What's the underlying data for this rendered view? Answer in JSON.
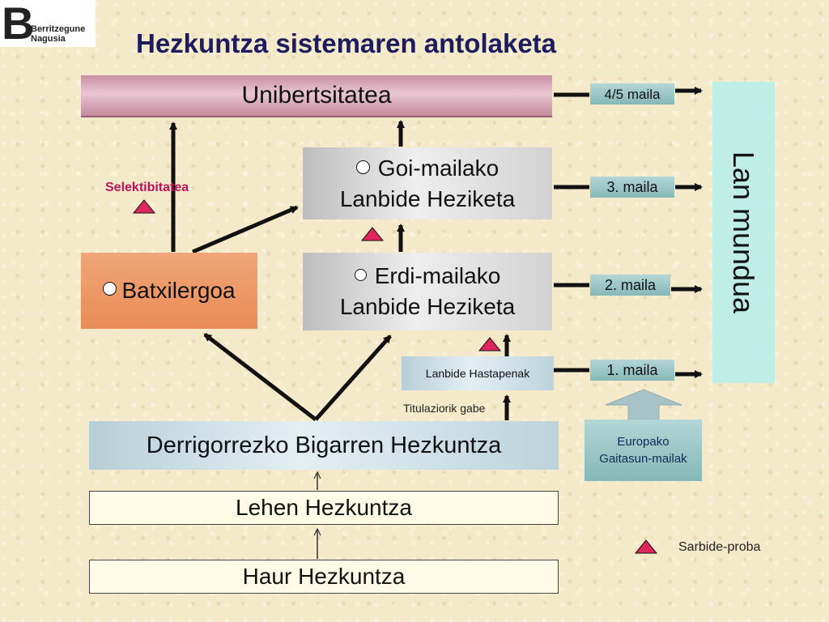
{
  "logo": {
    "mark": "B",
    "line1": "Berritzegune",
    "line2": "Nagusia"
  },
  "title": "Hezkuntza sistemaren antolaketa",
  "nodes": {
    "unibertsitatea": "Unibertsitatea",
    "goi_line1": "Goi-mailako",
    "goi_line2": "Lanbide Heziketa",
    "erdi_line1": "Erdi-mailako",
    "erdi_line2": "Lanbide Heziketa",
    "batxilergoa": "Batxilergoa",
    "lanbide_hastapenak": "Lanbide Hastapenak",
    "dbh": "Derrigorrezko Bigarren Hezkuntza",
    "lehen": "Lehen Hezkuntza",
    "haur": "Haur Hezkuntza",
    "europako_line1": "Europako",
    "europako_line2": "Gaitasun-mailak",
    "lan_mundua": "Lan mundua"
  },
  "levels": [
    "4/5 maila",
    "3. maila",
    "2. maila",
    "1. maila"
  ],
  "labels": {
    "selektibitatea": "Selektibitatea",
    "titulaziorik_gabe": "Titulaziorik gabe"
  },
  "legend": {
    "sarbide_proba": "Sarbide-proba"
  },
  "colors": {
    "title": "#1c1c5e",
    "triangle": "#e0245e",
    "selektibitatea": "#c0125a",
    "universitatea": "#d9a6b8",
    "batxilergoa": "#ee9a66",
    "lan_mundua": "#bfeee6"
  }
}
